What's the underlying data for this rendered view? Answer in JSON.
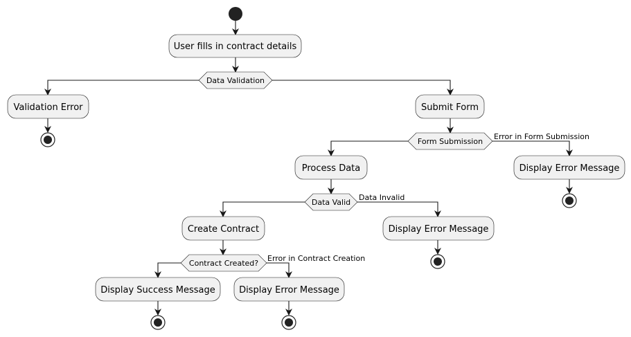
{
  "diagram": {
    "actions": {
      "user_fills": "User fills in contract details",
      "validation_error": "Validation Error",
      "submit_form": "Submit Form",
      "process_data": "Process Data",
      "display_error_form": "Display Error Message",
      "create_contract": "Create Contract",
      "display_error_data": "Display Error Message",
      "display_success": "Display Success Message",
      "display_error_contract": "Display Error Message"
    },
    "decisions": {
      "data_validation": "Data Validation",
      "form_submission": "Form Submission",
      "data_valid": "Data Valid",
      "contract_created": "Contract Created?"
    },
    "edge_labels": {
      "error_form_submission": "Error in Form Submission",
      "data_invalid": "Data Invalid",
      "error_contract_creation": "Error in Contract Creation"
    }
  }
}
